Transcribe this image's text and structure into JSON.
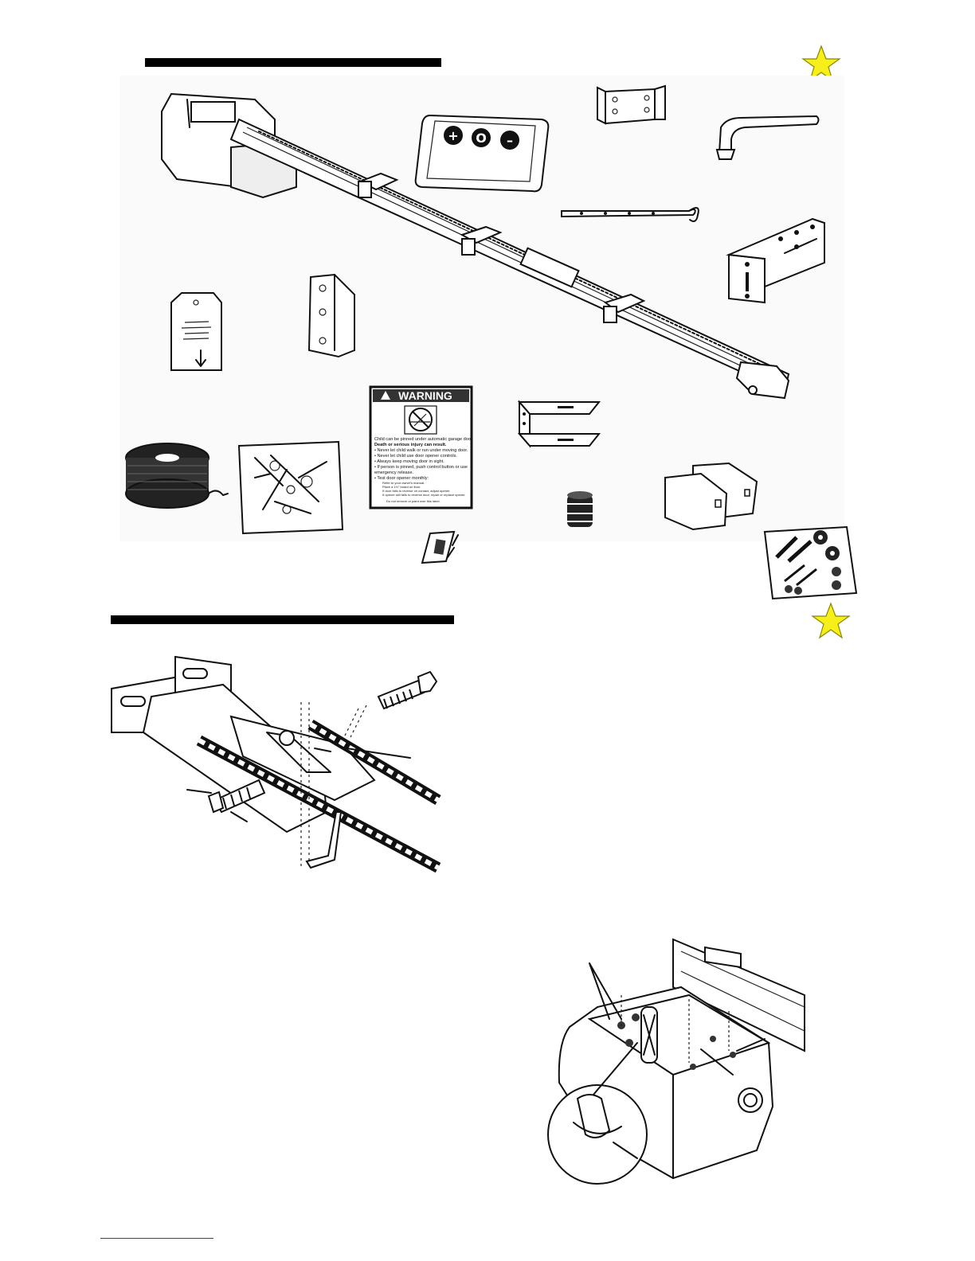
{
  "colors": {
    "star": "#f7ef1a",
    "rule": "#000000",
    "link": "#1a3fd0"
  },
  "remote": {
    "buttons": [
      "+",
      "O",
      "–"
    ]
  },
  "warning_label": {
    "title": "WARNING",
    "lines": [
      "Child can be pinned under automatic garage door.",
      "Death or serious injury can result.",
      "• Never let child walk or run under moving door.",
      "• Never let child use door opener controls.",
      "• Always keep moving door in sight.",
      "• If person is pinned, push control button or use",
      "   emergency release.",
      "• Test door opener monthly:"
    ],
    "fine_print": [
      "Refer to your owner's manual.",
      "Place a 1½\" board on floor.",
      "If door fails to reverse on contact, adjust opener.",
      "If opener still fails to reverse door, repair or replace opener."
    ],
    "footer": "Do not remove or paint over this label."
  },
  "icons": [
    "star-icon",
    "tag-icon",
    "arrow-down-icon",
    "warning-triangle-icon"
  ]
}
